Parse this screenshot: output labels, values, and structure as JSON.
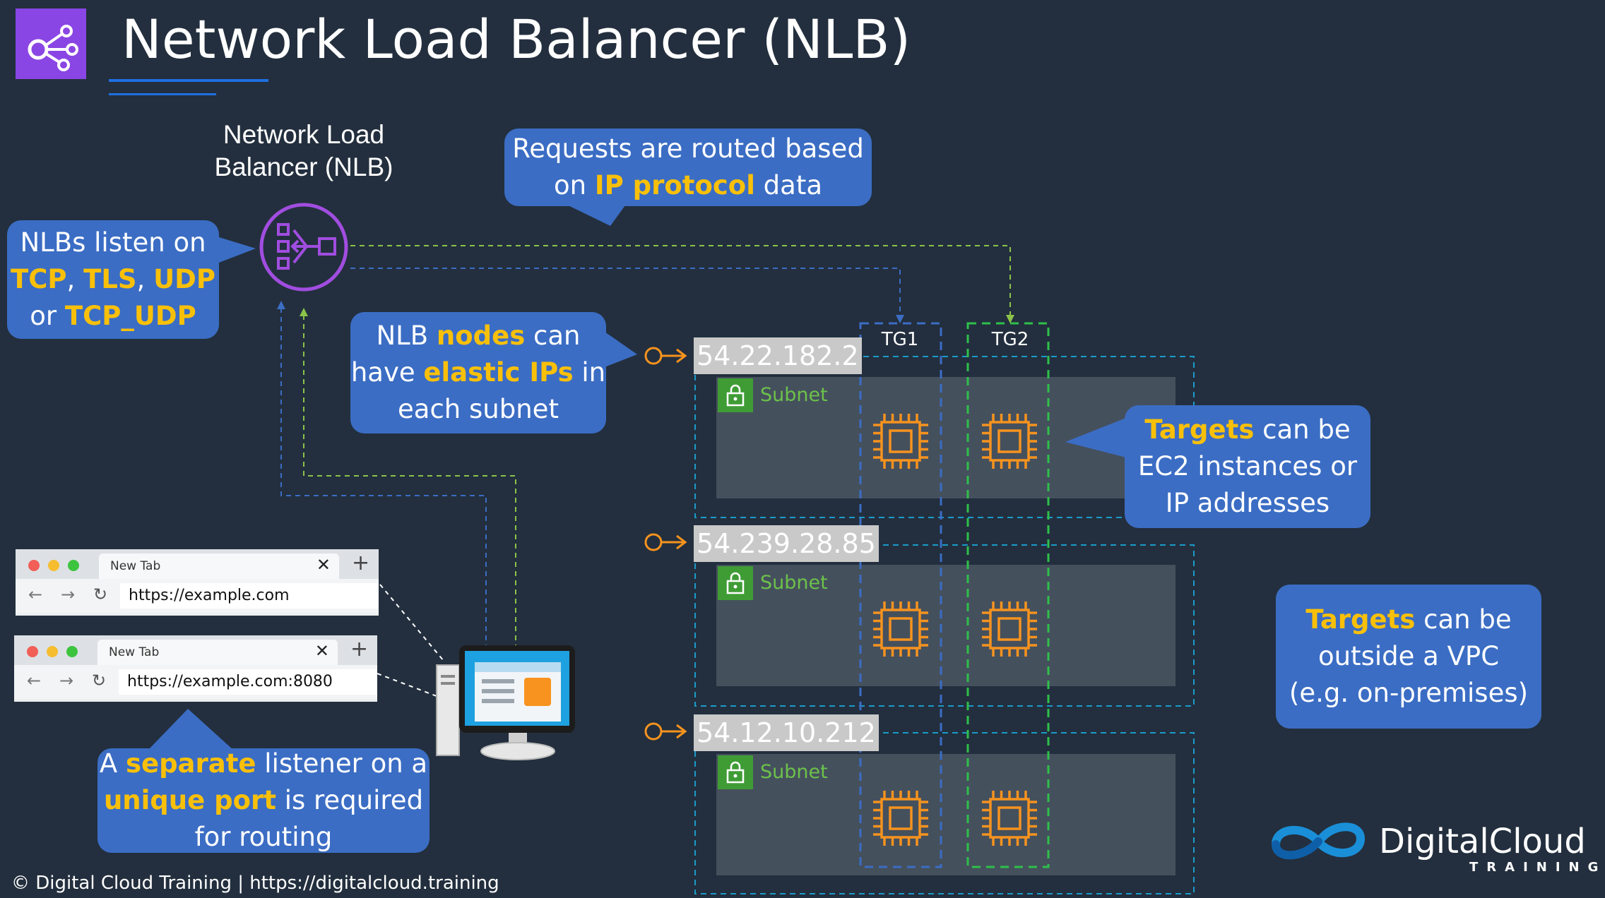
{
  "title": "Network Load Balancer (NLB)",
  "nlb_label_lines": [
    "Network Load",
    "Balancer (NLB)"
  ],
  "callouts": {
    "routing": {
      "line1": "Requests are routed based",
      "line2_prefix": "on ",
      "line2_highlight": "IP protocol",
      "line2_suffix": " data"
    },
    "listen": {
      "line1": "NLBs listen on",
      "proto1": "TCP",
      "sep1": ", ",
      "proto2": "TLS",
      "sep2": ", ",
      "proto3": "UDP",
      "or_word": "or ",
      "proto4": "TCP_UDP"
    },
    "nodes": {
      "prefix": "NLB ",
      "highlight1": "nodes",
      "suffix1": " can",
      "prefix2": "have ",
      "highlight2": "elastic IPs",
      "suffix2": " in",
      "line3": "each subnet"
    },
    "targets_ec2": {
      "highlight": "Targets",
      "suffix": " can be",
      "line2": "EC2 instances or",
      "line3": "IP addresses"
    },
    "targets_vpc": {
      "highlight": "Targets",
      "suffix": " can be",
      "line2": "outside a VPC",
      "line3": "(e.g. on-premises)"
    },
    "listener": {
      "prefix": "A ",
      "highlight1": "separate",
      "suffix1": " listener on a",
      "highlight2": "unique port",
      "suffix2": " is required",
      "line3": "for routing"
    }
  },
  "target_groups": [
    "TG1",
    "TG2"
  ],
  "subnets": [
    {
      "ip": "54.22.182.2",
      "label": "Subnet"
    },
    {
      "ip": "54.239.28.85",
      "label": "Subnet"
    },
    {
      "ip": "54.12.10.212",
      "label": "Subnet"
    }
  ],
  "browsers": [
    {
      "tab_title": "New Tab",
      "url": "https://example.com"
    },
    {
      "tab_title": "New Tab",
      "url": "https://example.com:8080"
    }
  ],
  "browser_glyphs": {
    "close": "✕",
    "plus": "+",
    "back": "←",
    "forward": "→",
    "reload": "↻"
  },
  "footer": "© Digital Cloud Training  | https://digitalcloud.training",
  "brand": {
    "name": "DigitalCloud",
    "tagline": "TRAINING"
  },
  "icons": {
    "title": "network-icon",
    "nlb": "load-balancer-icon",
    "instance": "ec2-instance-icon",
    "lock": "lock-icon",
    "client": "desktop-computer-icon",
    "elastic_ip": "elastic-ip-icon"
  },
  "colors": {
    "background": "#232f3e",
    "callout": "#3b6dc4",
    "highlight": "#f9c00a",
    "tg1_line": "#3b6dc4",
    "tg2_line": "#5fbf3b",
    "subnet_border": "#1a9bc9",
    "instance": "#f7931e",
    "nlb": "#a14de0"
  }
}
